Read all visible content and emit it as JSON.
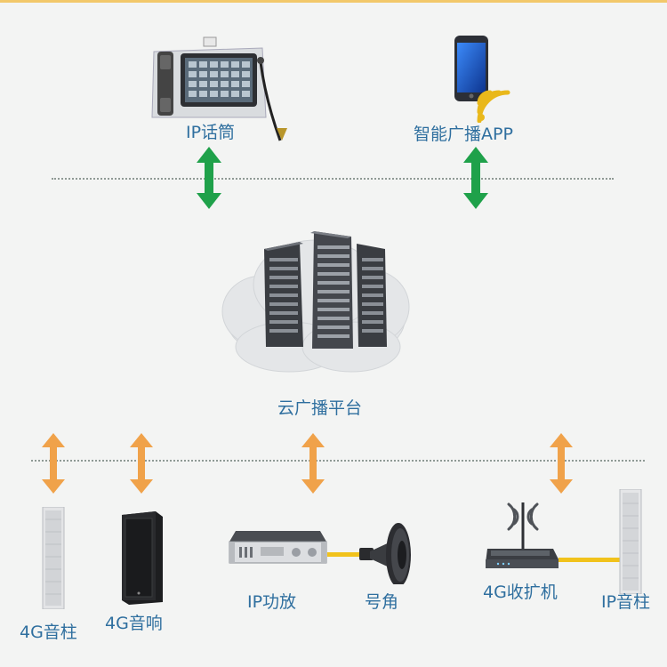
{
  "colors": {
    "accent_label": "#2f6f9f",
    "arrow_green": "#1fa14a",
    "arrow_orange": "#f0a24a",
    "cable_yellow": "#f1c21b",
    "background": "#f3f4f3"
  },
  "devices": {
    "ip_microphone": {
      "label": "IP话筒",
      "icon": "ip-microphone-console-icon"
    },
    "smart_app": {
      "label": "智能广播APP",
      "icon": "smartphone-wifi-icon"
    },
    "cloud_platform": {
      "label": "云广播平台",
      "icon": "cloud-server-icon"
    },
    "column_4g": {
      "label": "4G音柱",
      "icon": "column-speaker-icon"
    },
    "speaker_4g": {
      "label": "4G音响",
      "icon": "cabinet-speaker-icon"
    },
    "ip_amplifier": {
      "label": "IP功放",
      "icon": "rack-amplifier-icon"
    },
    "horn": {
      "label": "号角",
      "icon": "horn-speaker-icon"
    },
    "receiver_4g": {
      "label": "4G收扩机",
      "icon": "wifi-router-icon"
    },
    "ip_column": {
      "label": "IP音柱",
      "icon": "column-speaker-icon"
    }
  }
}
